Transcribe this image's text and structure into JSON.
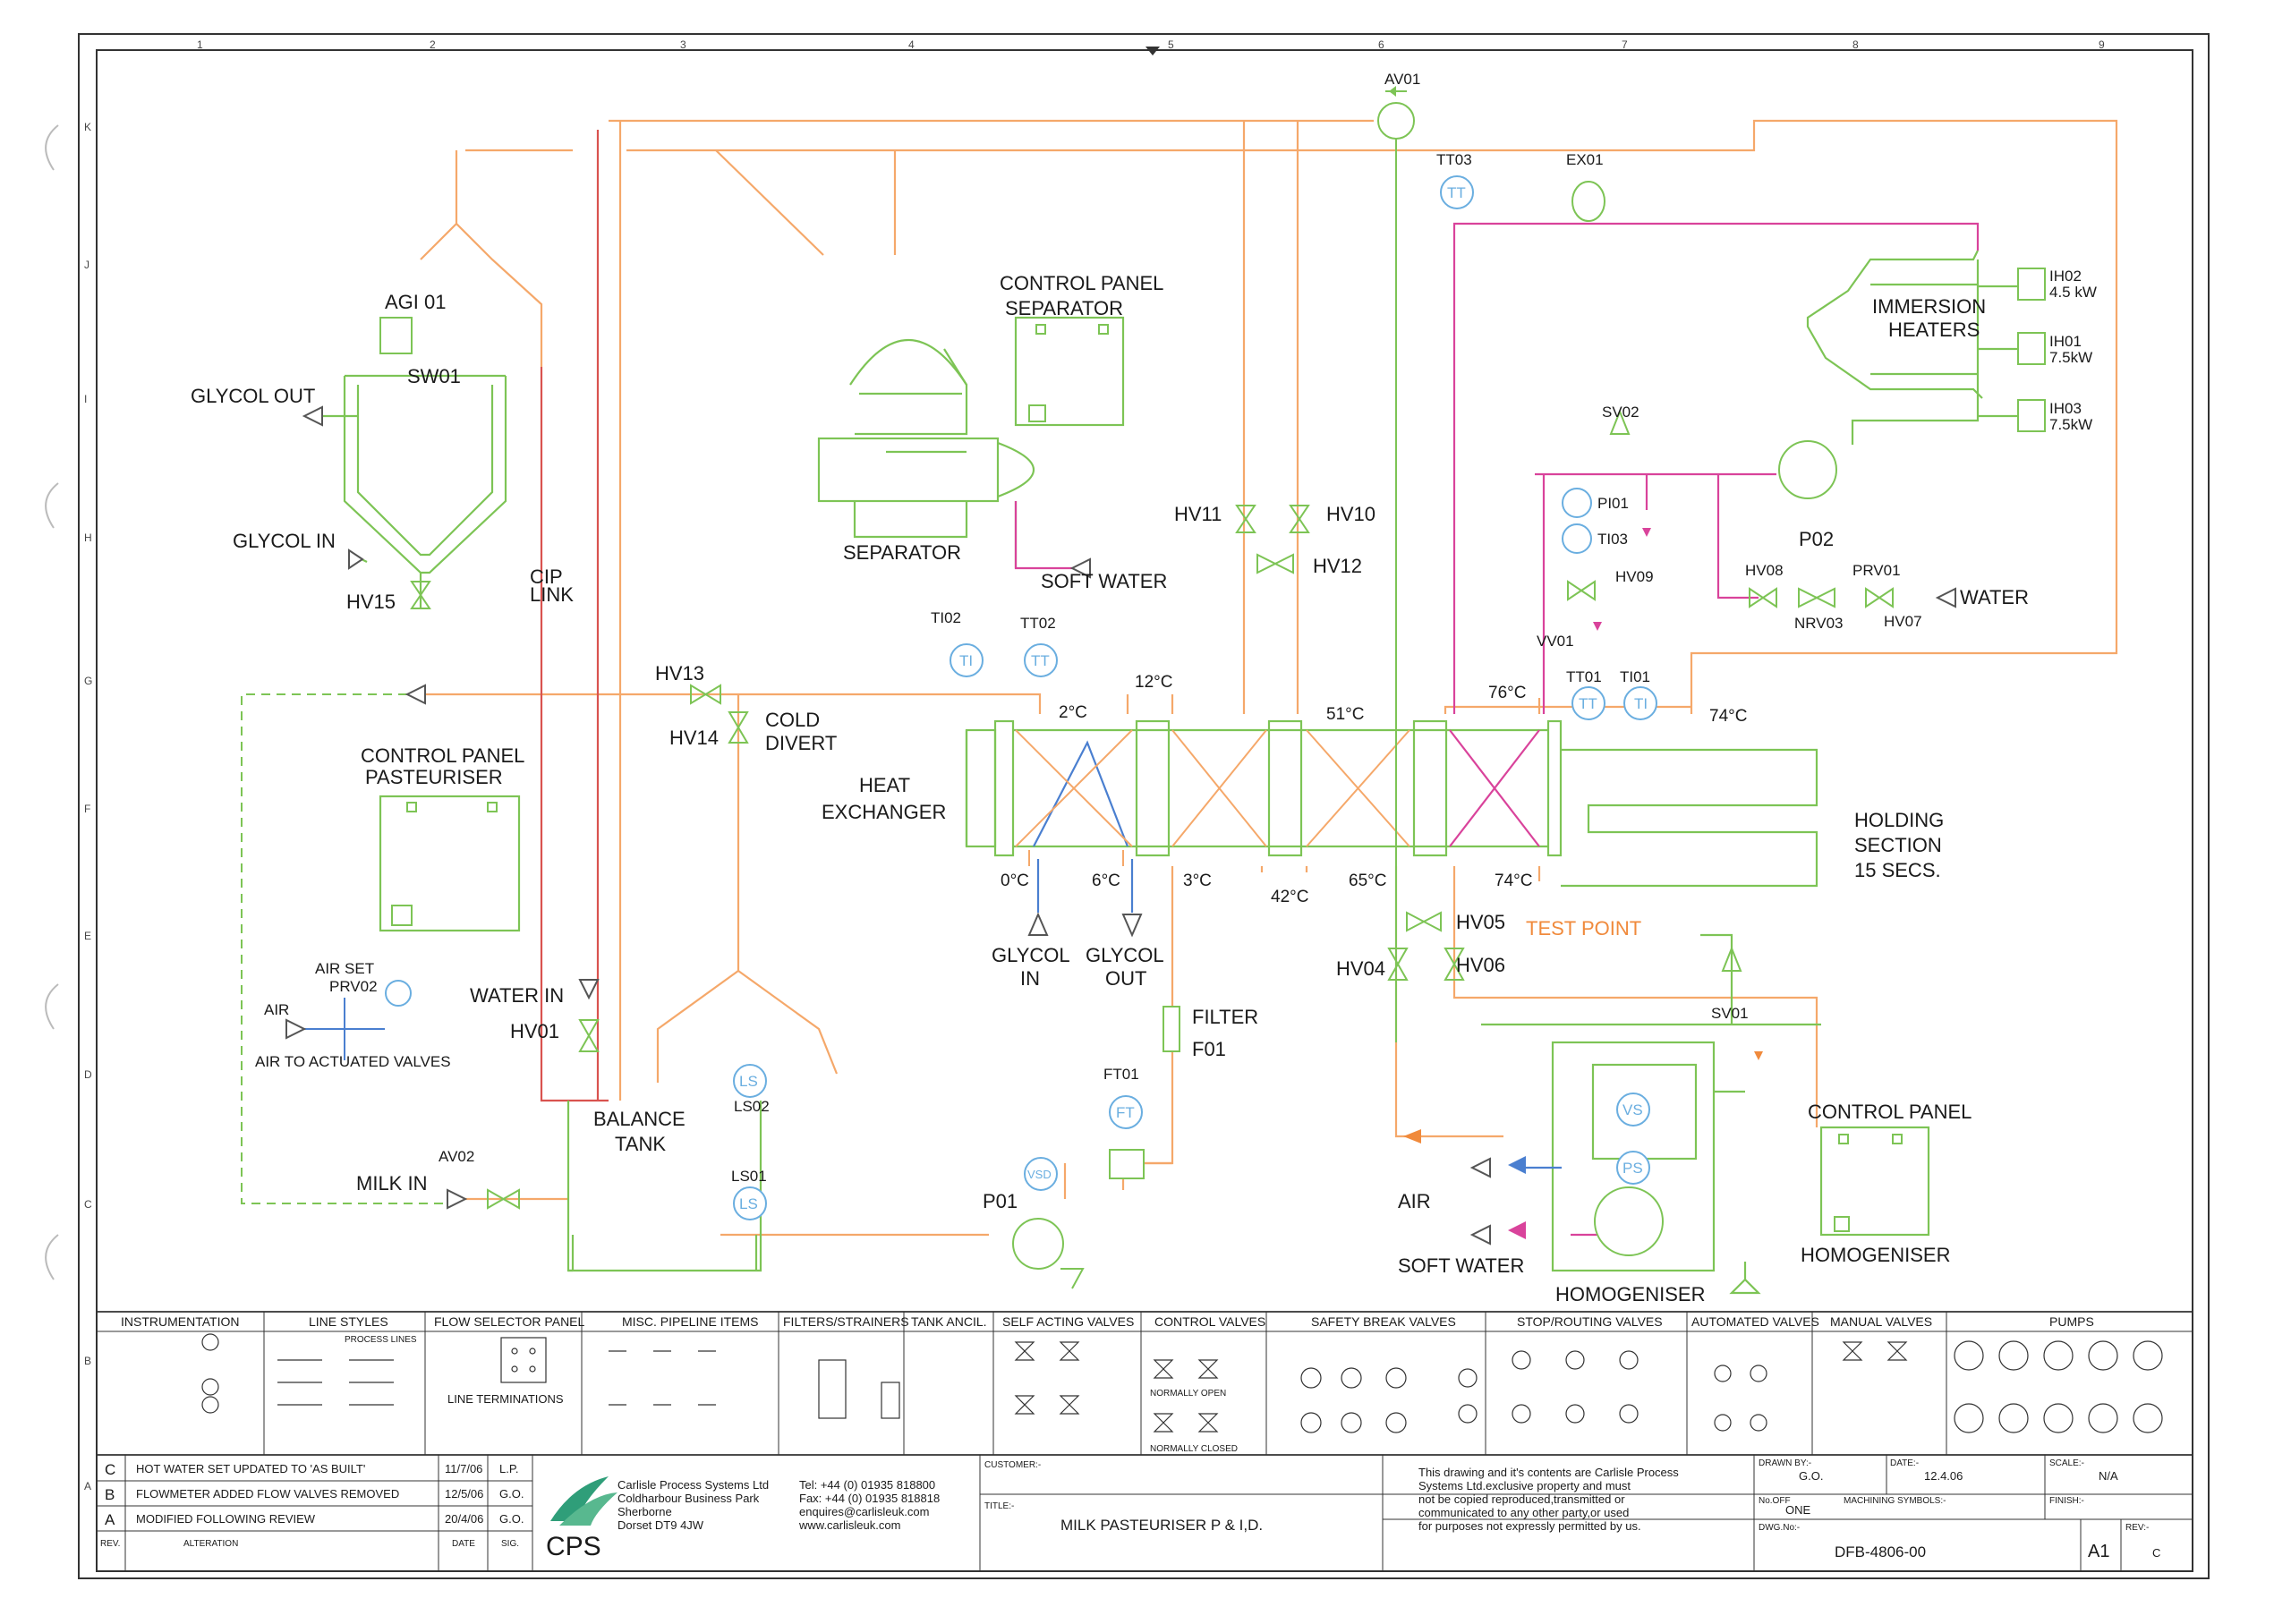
{
  "drawing": {
    "title": "MILK PASTEURISER P & I,D.",
    "number": "DFB-4806-00",
    "size": "A1",
    "rev": "C",
    "drawn_by": "G.O.",
    "date": "12.4.06",
    "scale": "N/A",
    "no_off": "ONE",
    "labels": {
      "customer": "CUSTOMER:-",
      "title": "TITLE:-",
      "drawn_by": "DRAWN BY:-",
      "date": "DATE:-",
      "scale": "SCALE:-",
      "no_off": "No.OFF",
      "machining": "MACHINING SYMBOLS:-",
      "finish": "FINISH:-",
      "dwg_no": "DWG.No:-",
      "rev": "REV:-"
    }
  },
  "company": {
    "logo": "CPS",
    "name": "Carlisle Process Systems Ltd",
    "address1": "Coldharbour Business Park",
    "address2": "Sherborne",
    "address3": "Dorset DT9 4JW",
    "tel": "Tel: +44 (0) 01935 818800",
    "fax": "Fax: +44 (0) 01935 818818",
    "email": "enquires@carlisleuk.com",
    "web": "www.carlisleuk.com",
    "notice": [
      "This drawing and it's contents are Carlisle Process",
      "Systems Ltd.exclusive property and must",
      "not be copied reproduced,transmitted or",
      "communicated to any other party,or used",
      "for purposes not expressly permitted by us."
    ]
  },
  "revisions": {
    "headers": {
      "rev": "REV.",
      "alteration": "ALTERATION",
      "date": "DATE",
      "sig": "SIG."
    },
    "rows": [
      {
        "rev": "C",
        "text": "HOT WATER SET UPDATED TO 'AS BUILT'",
        "date": "11/7/06",
        "sig": "L.P."
      },
      {
        "rev": "B",
        "text": "FLOWMETER ADDED FLOW VALVES REMOVED",
        "date": "12/5/06",
        "sig": "G.O."
      },
      {
        "rev": "A",
        "text": "MODIFIED FOLLOWING REVIEW",
        "date": "20/4/06",
        "sig": "G.O."
      }
    ]
  },
  "legend": {
    "headers": [
      "INSTRUMENTATION",
      "LINE STYLES",
      "FLOW SELECTOR PANEL",
      "MISC. PIPELINE ITEMS",
      "FILTERS/STRAINERS",
      "TANK ANCIL.",
      "SELF ACTING VALVES",
      "CONTROL VALVES",
      "SAFETY BREAK VALVES",
      "STOP/ROUTING VALVES",
      "AUTOMATED VALVES",
      "MANUAL VALVES",
      "PUMPS"
    ],
    "sub": {
      "process_lines": "PROCESS LINES",
      "line_terminations": "LINE TERMINATIONS",
      "normally_open": "NORMALLY OPEN",
      "normally_closed": "NORMALLY CLOSED"
    }
  },
  "grid": {
    "columns": [
      "1",
      "2",
      "3",
      "4",
      "5",
      "6",
      "7",
      "8",
      "9"
    ],
    "rows": [
      "K",
      "J",
      "I",
      "H",
      "G",
      "F",
      "E",
      "D",
      "C",
      "B",
      "A"
    ]
  },
  "equipment": {
    "agi": "AGI 01",
    "sw": "SW01",
    "glycol_out_left": "GLYCOL OUT",
    "glycol_in_left": "GLYCOL IN",
    "hv15": "HV15",
    "cip_link": [
      "CIP",
      "LINK"
    ],
    "separator": "SEPARATOR",
    "cp_separator": [
      "CONTROL PANEL",
      "SEPARATOR"
    ],
    "soft_water_top": "SOFT WATER",
    "hv11": "HV11",
    "hv10": "HV10",
    "hv12": "HV12",
    "av01": "AV01",
    "tt03": "TT03",
    "ex01": "EX01",
    "immersion": [
      "IMMERSION",
      "HEATERS"
    ],
    "ih02": [
      "IH02",
      "4.5 kW"
    ],
    "ih01": [
      "IH01",
      "7.5kW"
    ],
    "ih03": [
      "IH03",
      "7.5kW"
    ],
    "sv02": "SV02",
    "pi01": "PI01",
    "ti03": "TI03",
    "hv09": "HV09",
    "p02": "P02",
    "hv08": "HV08",
    "prv01": "PRV01",
    "nrv03": "NRV03",
    "hv07": "HV07",
    "water_right": "WATER",
    "vv01": "VV01",
    "ti02": "TI02",
    "tt02": "TT02",
    "hv13": "HV13",
    "hv14": "HV14",
    "cold_divert": [
      "COLD",
      "DIVERT"
    ],
    "heat_exchanger": [
      "HEAT",
      "EXCHANGER"
    ],
    "tt01": "TT01",
    "ti01": "TI01",
    "holding": [
      "HOLDING",
      "SECTION",
      "15 SECS."
    ],
    "cp_past": [
      "CONTROL PANEL",
      "PASTEURISER"
    ],
    "air_set": [
      "AIR SET",
      "PRV02"
    ],
    "air": "AIR",
    "air_valves": "AIR TO ACTUATED VALVES",
    "water_in": "WATER IN",
    "hv01": "HV01",
    "balance_tank": [
      "BALANCE",
      "TANK"
    ],
    "ls02": "LS02",
    "ls01": "LS01",
    "ls_inst": "LS",
    "av02": "AV02",
    "milk_in": "MILK IN",
    "glycol_in_hx": [
      "GLYCOL",
      "IN"
    ],
    "glycol_out_hx": [
      "GLYCOL",
      "OUT"
    ],
    "filter": [
      "FILTER",
      "F01"
    ],
    "ft01": "FT01",
    "ft_inst": "FT",
    "vsd": "VSD",
    "p01": "P01",
    "hv05": "HV05",
    "hv04": "HV04",
    "hv06": "HV06",
    "test_point": "TEST POINT",
    "sv01": "SV01",
    "air_homog": "AIR",
    "soft_water_bottom": "SOFT WATER",
    "homogeniser": "HOMOGENISER",
    "cp_homog": "CONTROL PANEL",
    "homogeniser2": "HOMOGENISER",
    "vs": "VS",
    "ps": "PS",
    "ti_inst": "TI",
    "tt_inst": "TT"
  },
  "temperatures": [
    "2°C",
    "12°C",
    "51°C",
    "76°C",
    "74°C",
    "0°C",
    "6°C",
    "3°C",
    "42°C",
    "65°C",
    "74°C"
  ],
  "line_colors": {
    "green": "#7dc455",
    "orange": "#f5a86a",
    "magenta": "#d9439b",
    "blue": "#4a7fd0",
    "red": "#d9534f",
    "instrument": "#6aaee0"
  }
}
